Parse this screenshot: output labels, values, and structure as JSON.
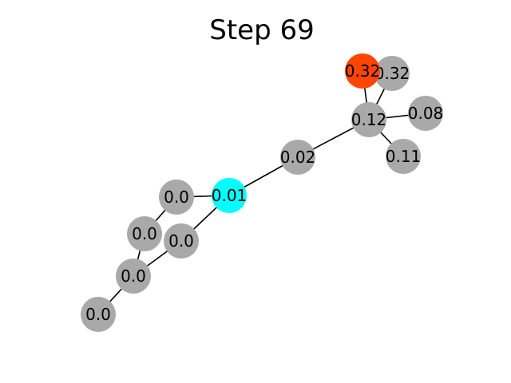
{
  "title": "Step 69",
  "colors": {
    "default": "#a9a9a9",
    "start": "#00ffff",
    "goal": "#ff4500"
  },
  "nodes": [
    {
      "id": "n0",
      "label": "0.32",
      "color": "#ff4500"
    },
    {
      "id": "n1",
      "label": "0.32",
      "color": "#a9a9a9"
    },
    {
      "id": "n2",
      "label": "0.12",
      "color": "#a9a9a9"
    },
    {
      "id": "n3",
      "label": "0.08",
      "color": "#a9a9a9"
    },
    {
      "id": "n4",
      "label": "0.11",
      "color": "#a9a9a9"
    },
    {
      "id": "n5",
      "label": "0.02",
      "color": "#a9a9a9"
    },
    {
      "id": "n6",
      "label": "0.01",
      "color": "#00ffff"
    },
    {
      "id": "n7",
      "label": "0.0",
      "color": "#a9a9a9"
    },
    {
      "id": "n8",
      "label": "0.0",
      "color": "#a9a9a9"
    },
    {
      "id": "n9",
      "label": "0.0",
      "color": "#a9a9a9"
    },
    {
      "id": "n10",
      "label": "0.0",
      "color": "#a9a9a9"
    },
    {
      "id": "n11",
      "label": "0.0",
      "color": "#a9a9a9"
    }
  ],
  "edges": [
    [
      "n0",
      "n2"
    ],
    [
      "n1",
      "n2"
    ],
    [
      "n2",
      "n3"
    ],
    [
      "n2",
      "n4"
    ],
    [
      "n2",
      "n5"
    ],
    [
      "n5",
      "n6"
    ],
    [
      "n6",
      "n7"
    ],
    [
      "n6",
      "n9"
    ],
    [
      "n7",
      "n8"
    ],
    [
      "n8",
      "n10"
    ],
    [
      "n9",
      "n10"
    ],
    [
      "n10",
      "n11"
    ]
  ]
}
